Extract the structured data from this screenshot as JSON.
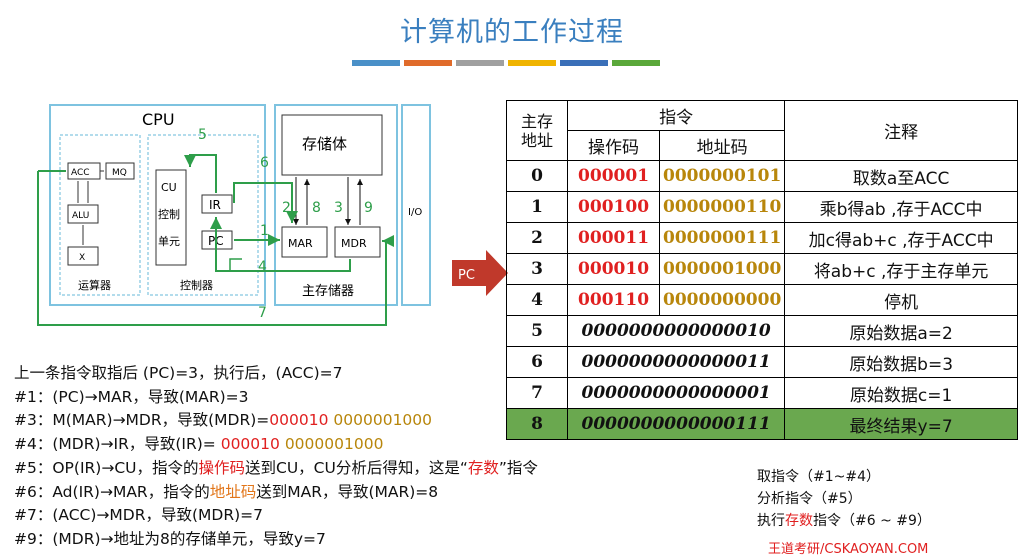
{
  "title": "计算机的工作过程",
  "color_bars": [
    "#4a90c8",
    "#e06b2a",
    "#a0a0a0",
    "#f0b400",
    "#3a6fb8",
    "#5aa83a"
  ],
  "diagram": {
    "cpu": "CPU",
    "acc": "ACC",
    "mq": "MQ",
    "alu": "ALU",
    "x": "X",
    "alu_unit": "运算器",
    "cu": "CU",
    "cu_sub1": "控制",
    "cu_sub2": "单元",
    "ir": "IR",
    "pc": "PC",
    "controller": "控制器",
    "storage_body": "存储体",
    "mar": "MAR",
    "mdr": "MDR",
    "main_memory": "主存储器",
    "io": "I/O",
    "n1": "1",
    "n2": "2",
    "n3": "3",
    "n4": "4",
    "n5": "5",
    "n6": "6",
    "n7": "7",
    "n8": "8",
    "n9": "9"
  },
  "pc_pointer": "PC",
  "table": {
    "h_addr": "主存\n地址",
    "h_instr": "指令",
    "h_op": "操作码",
    "h_ad": "地址码",
    "h_note": "注释",
    "rows": [
      {
        "addr": "0",
        "op": "000001",
        "ad": "0000000101",
        "note": "取数a至ACC"
      },
      {
        "addr": "1",
        "op": "000100",
        "ad": "0000000110",
        "note": "乘b得ab ,存于ACC中"
      },
      {
        "addr": "2",
        "op": "000011",
        "ad": "0000000111",
        "note": "加c得ab+c ,存于ACC中"
      },
      {
        "addr": "3",
        "op": "000010",
        "ad": "0000001000",
        "note": "将ab+c ,存于主存单元"
      },
      {
        "addr": "4",
        "op": "000110",
        "ad": "0000000000",
        "note": "停机"
      },
      {
        "addr": "5",
        "data": "0000000000000010",
        "note": "原始数据a=2"
      },
      {
        "addr": "6",
        "data": "0000000000000011",
        "note": "原始数据b=3"
      },
      {
        "addr": "7",
        "data": "0000000000000001",
        "note": "原始数据c=1"
      },
      {
        "addr": "8",
        "data": "0000000000000111",
        "note": "最终结果y=7"
      }
    ]
  },
  "steps": {
    "intro": "上一条指令取指后 (PC)=3，执行后，(ACC)=7",
    "s1": "#1：(PC)→MAR，导致(MAR)=3",
    "s3a": "#3：M(MAR)→MDR，导致(MDR)=",
    "s3_op": "000010",
    "s3_ad": "0000001000",
    "s4a": "#4：(MDR)→IR，导致(IR)= ",
    "s4_op": "000010",
    "s4_ad": "0000001000",
    "s5a": "#5：OP(IR)→CU，指令的",
    "s5_op": "操作码",
    "s5b": "送到CU，CU分析后得知，这是“",
    "s5_store": "存数",
    "s5c": "”指令",
    "s6a": "#6：Ad(IR)→MAR，指令的",
    "s6_ad": "地址码",
    "s6b": "送到MAR，导致(MAR)=8",
    "s7": "#7：(ACC)→MDR，导致(MDR)=7",
    "s9": "#9：(MDR)→地址为8的存储单元，导致y=7"
  },
  "legend": {
    "fetch": "取指令（#1~#4）",
    "analyze": "分析指令（#5）",
    "exec_a": "执行",
    "exec_store": "存数",
    "exec_b": "指令（#6 ~ #9）"
  },
  "footer": "王道考研/CSKAOYAN.COM"
}
